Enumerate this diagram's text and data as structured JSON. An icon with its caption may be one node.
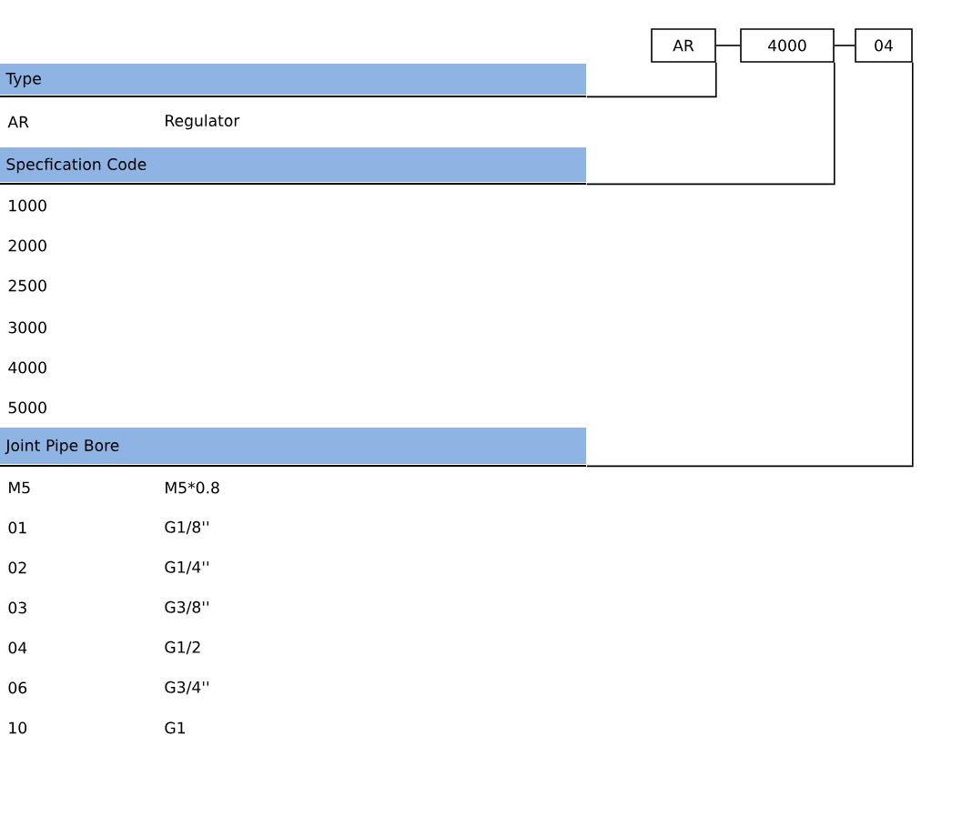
{
  "diagram": {
    "nodes": [
      {
        "text": [
          "AR"
        ]
      },
      {
        "text": [
          "4000"
        ]
      },
      {
        "text": [
          "04"
        ]
      },
      {
        "text": [
          "Type"
        ]
      },
      {
        "text": [
          "Specfication Code"
        ]
      },
      {
        "text": [
          "Joint Pipe Bore"
        ]
      }
    ],
    "edges": [
      {
        "from": 0,
        "to": 1,
        "arrow": "none"
      },
      {
        "from": 1,
        "to": 2,
        "arrow": "none"
      },
      {
        "from": 0,
        "to": 3,
        "arrow": "none"
      },
      {
        "from": 1,
        "to": 4,
        "arrow": "none"
      },
      {
        "from": 2,
        "to": 5,
        "arrow": "none"
      }
    ],
    "labels": [
      "AR",
      "Regulator",
      "1000",
      "2000",
      "2500",
      "3000",
      "4000",
      "5000",
      "M5",
      "M5*0.8",
      "01",
      "G1/8''",
      "02",
      "G1/4''",
      "03",
      "G3/8''",
      "04",
      "G1/2",
      "06",
      "G3/4''",
      "10",
      "G1"
    ]
  }
}
